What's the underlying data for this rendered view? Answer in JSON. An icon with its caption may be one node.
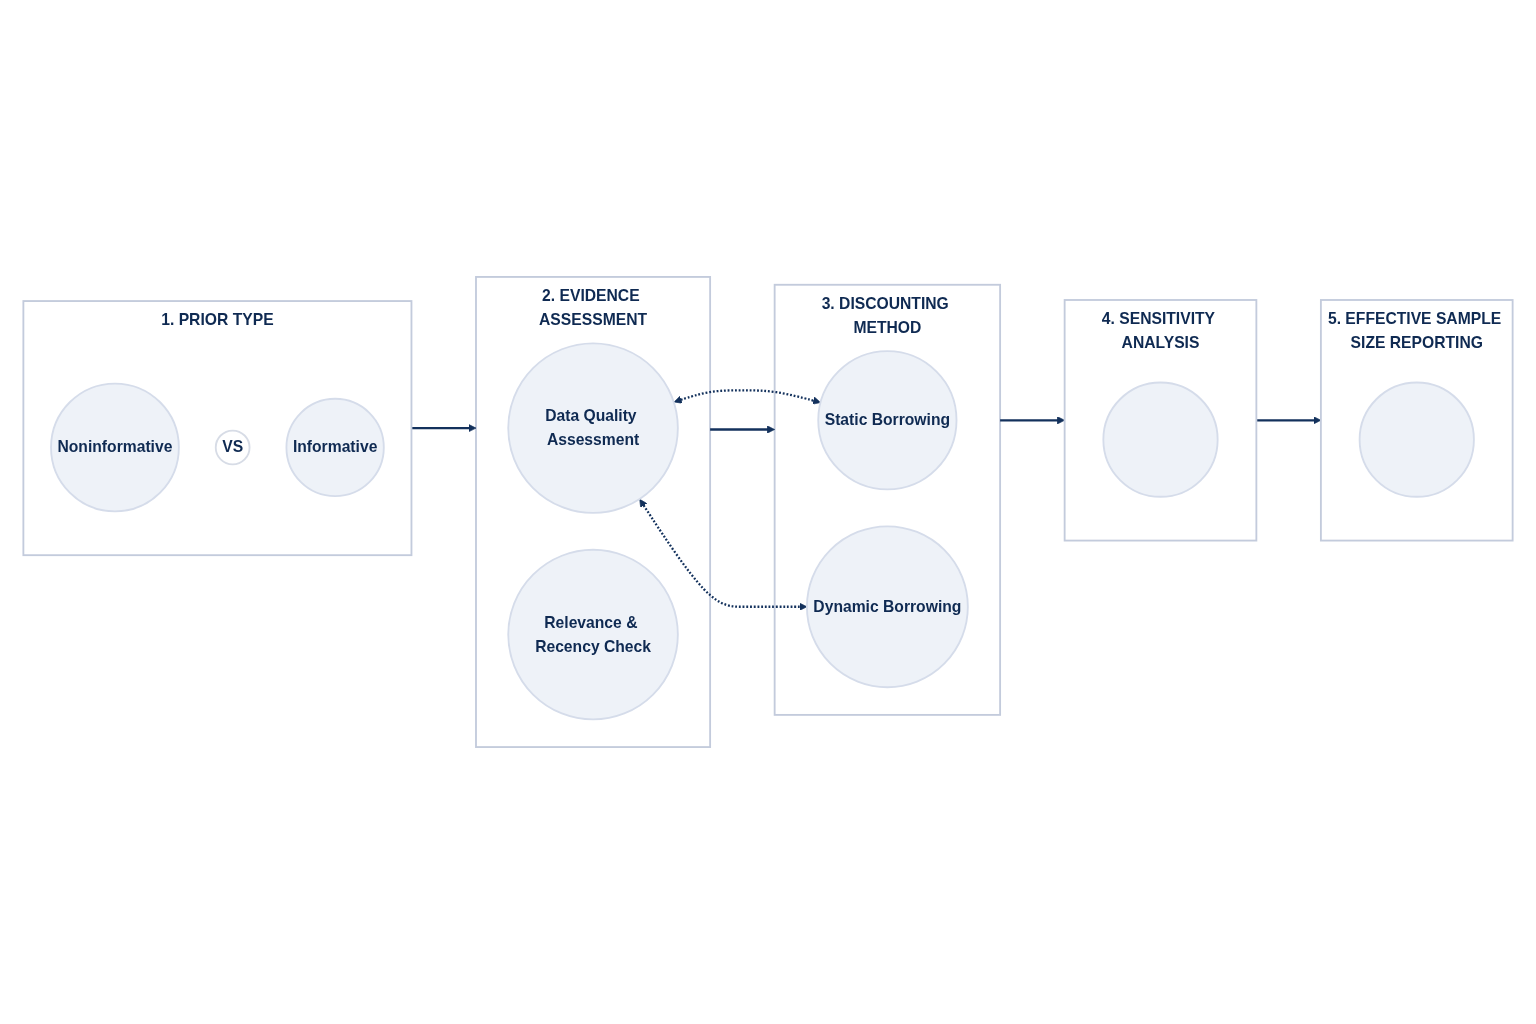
{
  "diagram": {
    "nodes": [
      {
        "text": [
          "1. PRIOR TYPE"
        ]
      },
      {
        "text": [
          "Noninformative"
        ],
        "in": 0
      },
      {
        "text": [
          "VS"
        ],
        "in": 0
      },
      {
        "text": [
          "Informative"
        ],
        "in": 0
      },
      {
        "text": [
          "2. EVIDENCE ASSESSMENT"
        ]
      },
      {
        "text": [
          "Data Quality Assessment"
        ],
        "in": 4
      },
      {
        "text": [
          "Relevance & Recency Check"
        ],
        "in": 4
      },
      {
        "text": [
          "3. DISCOUNTING METHOD"
        ]
      },
      {
        "text": [
          "Static Borrowing"
        ],
        "in": 7
      },
      {
        "text": [
          "Dynamic Borrowing"
        ],
        "in": 7
      },
      {
        "text": [
          "4. SENSITIVITY ANALYSIS"
        ]
      },
      {
        "text": [],
        "shape": "circle",
        "in": 10
      },
      {
        "text": [
          "5. EFFECTIVE SAMPLE SIZE REPORTING"
        ]
      },
      {
        "text": [],
        "shape": "circle",
        "in": 12
      }
    ],
    "edges": [
      {
        "from": 0,
        "to": 4,
        "arrow": "to"
      },
      {
        "from": 4,
        "to": 7,
        "arrow": "to"
      },
      {
        "from": 7,
        "to": 10,
        "arrow": "to"
      },
      {
        "from": 10,
        "to": 12,
        "arrow": "to"
      },
      {
        "from": 5,
        "to": 8,
        "arrow": "both",
        "style": "dashed"
      },
      {
        "from": 5,
        "to": 9,
        "arrow": "both",
        "style": "dashed"
      }
    ]
  }
}
